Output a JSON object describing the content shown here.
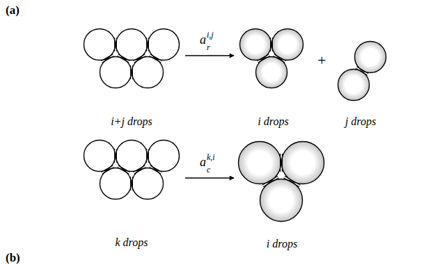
{
  "diagram": {
    "nodes": [
      {
        "text": [
          "i+j drops"
        ]
      },
      {
        "text": [
          "i drops"
        ]
      },
      {
        "text": [
          "j drops"
        ]
      },
      {
        "text": [
          "k drops"
        ]
      },
      {
        "text": [
          "i drops"
        ]
      }
    ],
    "edges": [
      {
        "from": 0,
        "to": 1,
        "arrow": "to"
      },
      {
        "from": 3,
        "to": 4,
        "arrow": "to"
      }
    ],
    "labels": [
      "(a)",
      "(b)",
      "+",
      "a",
      "r",
      "i,j",
      "a",
      "c",
      "k,i"
    ]
  }
}
